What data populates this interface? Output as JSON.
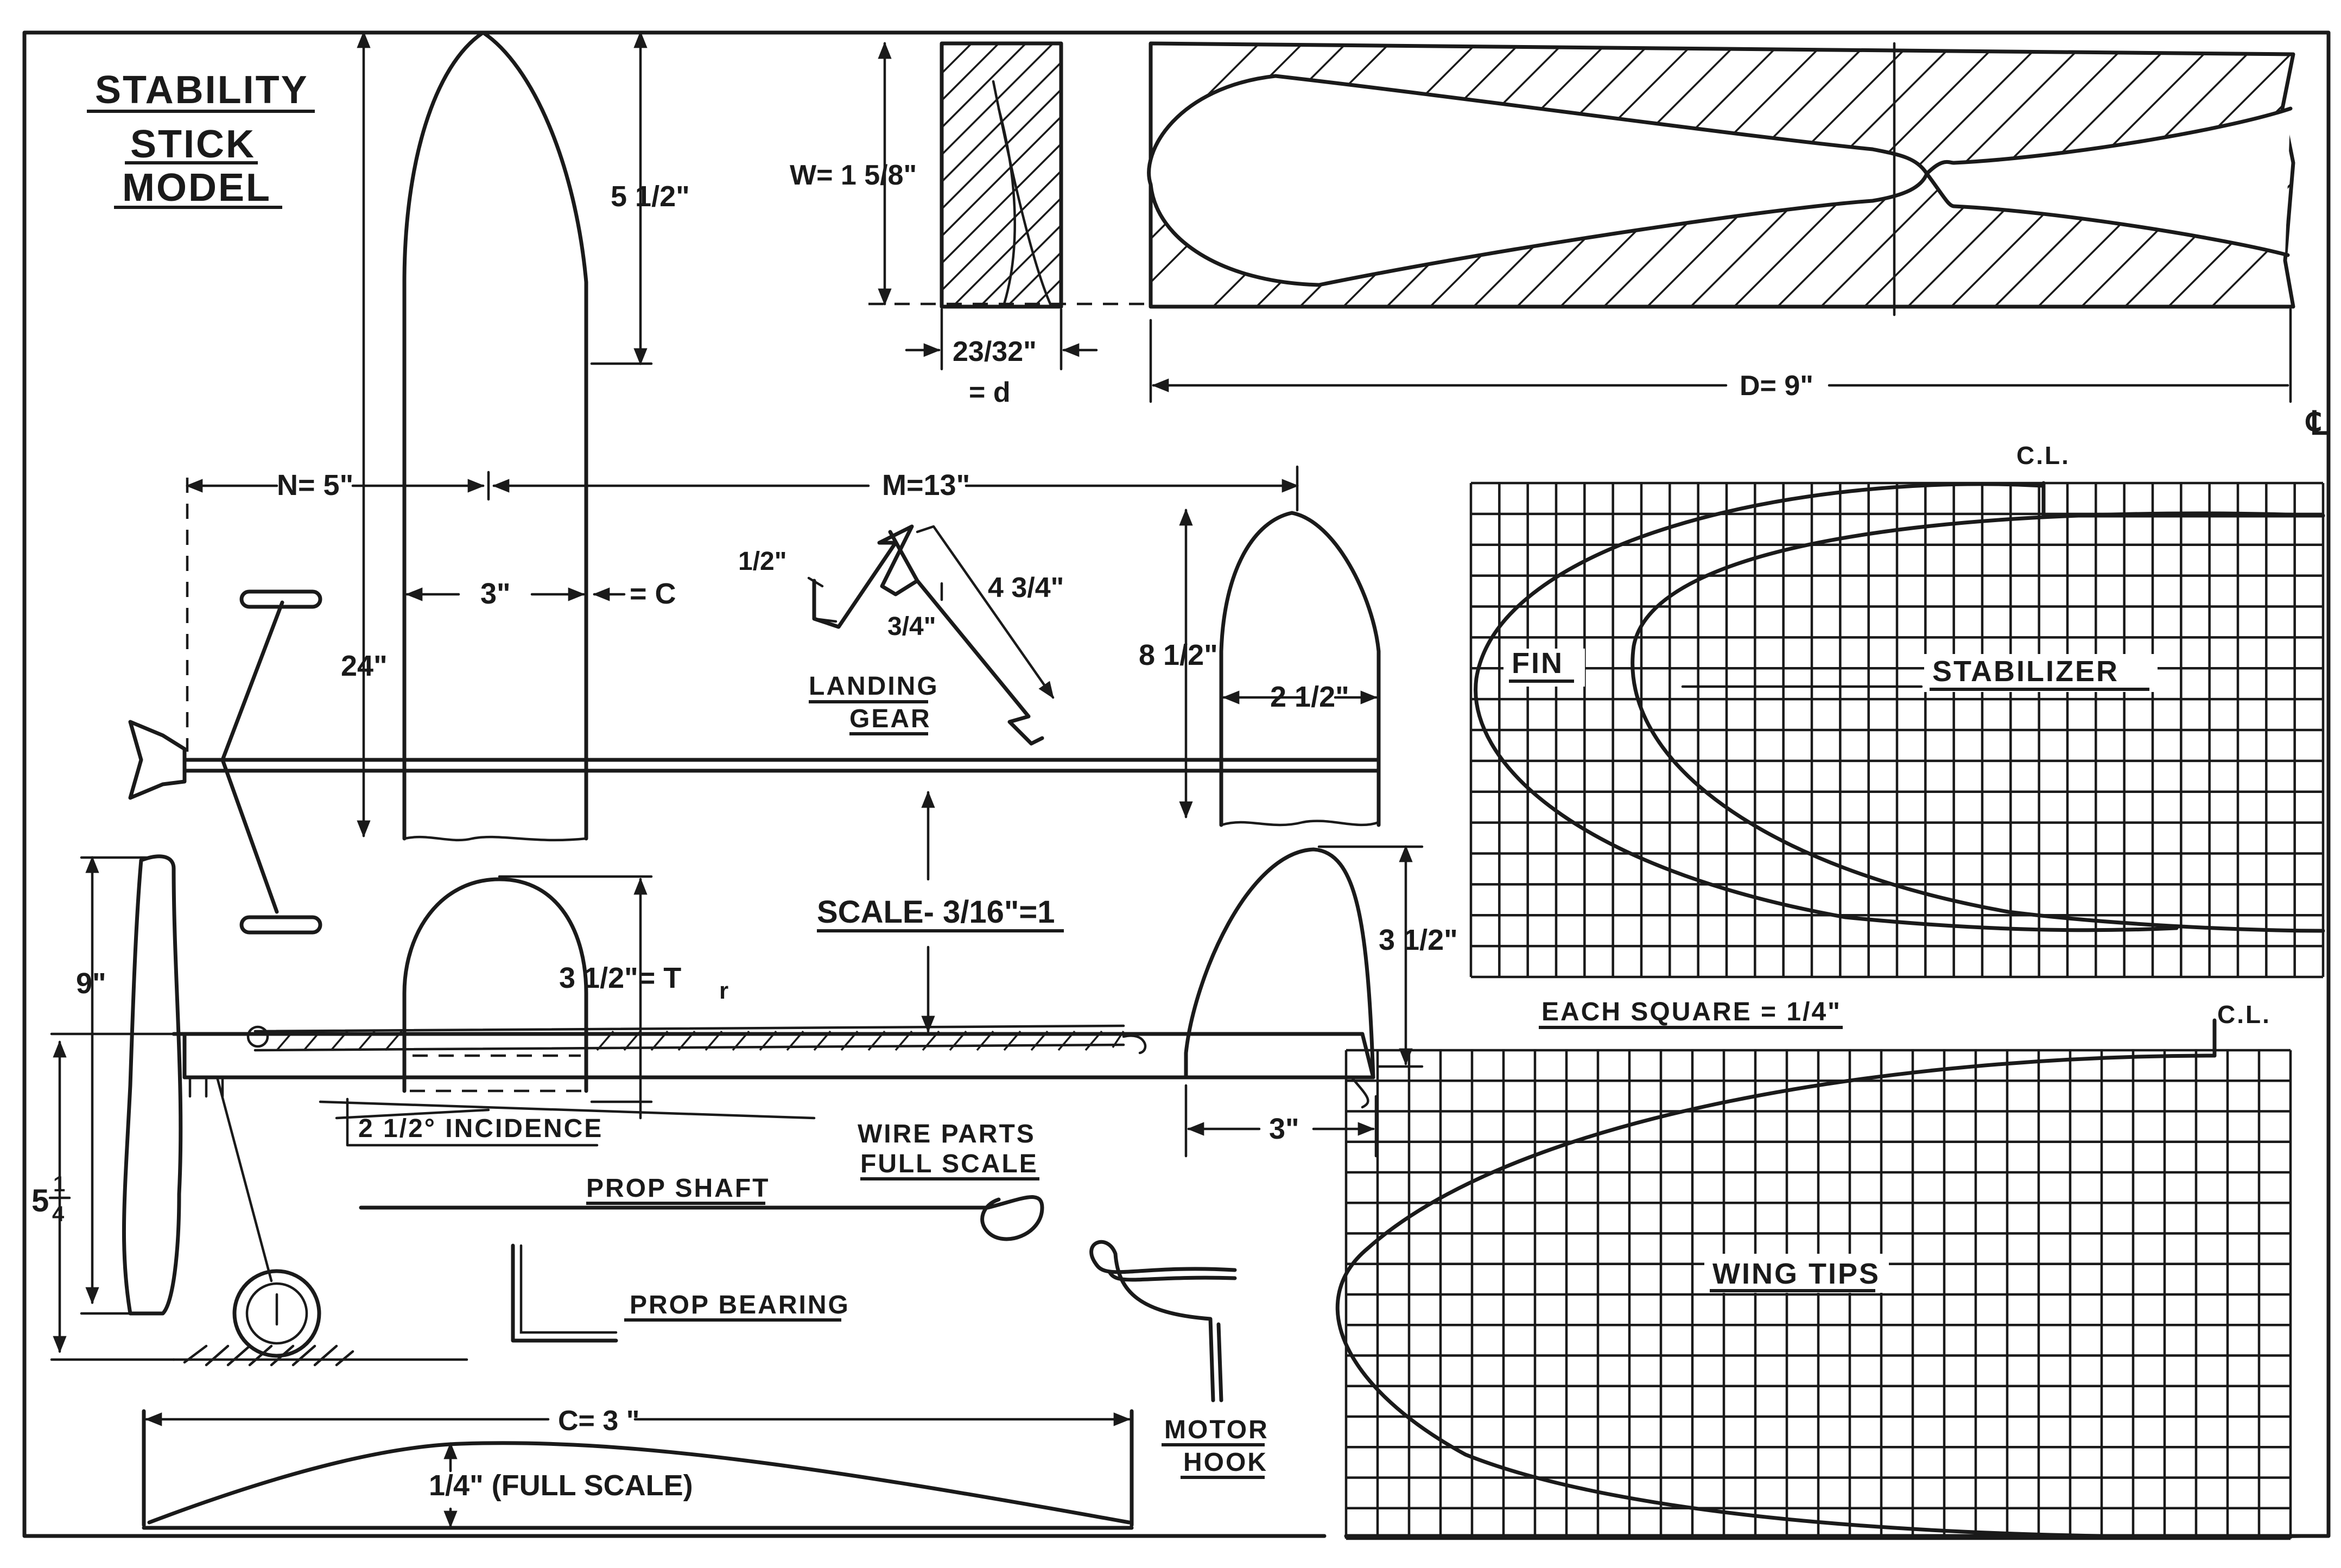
{
  "title_lines": [
    "STABILITY",
    "STICK",
    "MODEL"
  ],
  "dimensions": {
    "wing_tip_height": "5 1/2\"",
    "wing_span_half": "24\"",
    "chord": "3\"",
    "chord_symbol": "= C",
    "nose_length": "N= 5\"",
    "moment_arm": "M=13\"",
    "width": "W= 1 5/8\"",
    "thickness": "23/32\"",
    "thickness_symbol": "= d",
    "diameter": "D= 9\"",
    "fin_height": "8 1/2\"",
    "fin_width": "2 1/2\"",
    "tip_rise": "3 1/2\"= T",
    "tip_rise_sub": "r",
    "stab_height": "3 1/2\"",
    "stab_chord": "3\"",
    "prop_diameter": "9\"",
    "gear_height_main": "5",
    "gear_height_frac_num": "1",
    "gear_height_frac_den": "4",
    "gear_half_in": "1/2\"",
    "gear_three_quarter": "3/4\"",
    "gear_leg": "4 3/4\"",
    "airfoil_chord": "C= 3 \"",
    "airfoil_camber": "1/4\"  (FULL SCALE)"
  },
  "labels": {
    "landing_gear": [
      "LANDING",
      "GEAR"
    ],
    "scale": "SCALE- 3/16\"=1",
    "incidence": "2 1/2° INCIDENCE",
    "wire_parts": [
      "WIRE PARTS",
      "FULL SCALE"
    ],
    "prop_shaft": "PROP SHAFT",
    "prop_bearing": "PROP BEARING",
    "motor_hook": [
      "MOTOR",
      "HOOK"
    ],
    "fin": "FIN",
    "stabilizer": "STABILIZER",
    "each_square": "EACH SQUARE = 1/4\"",
    "wing_tips": "WING TIPS",
    "cl_top": "C.L.",
    "cl_bottom": "C.L.",
    "centerline_symbol": "℄"
  },
  "grids": {
    "fin_stab": {
      "columns": 30,
      "rows": 16
    },
    "wing_tips": {
      "columns": 30,
      "rows": 16
    }
  }
}
